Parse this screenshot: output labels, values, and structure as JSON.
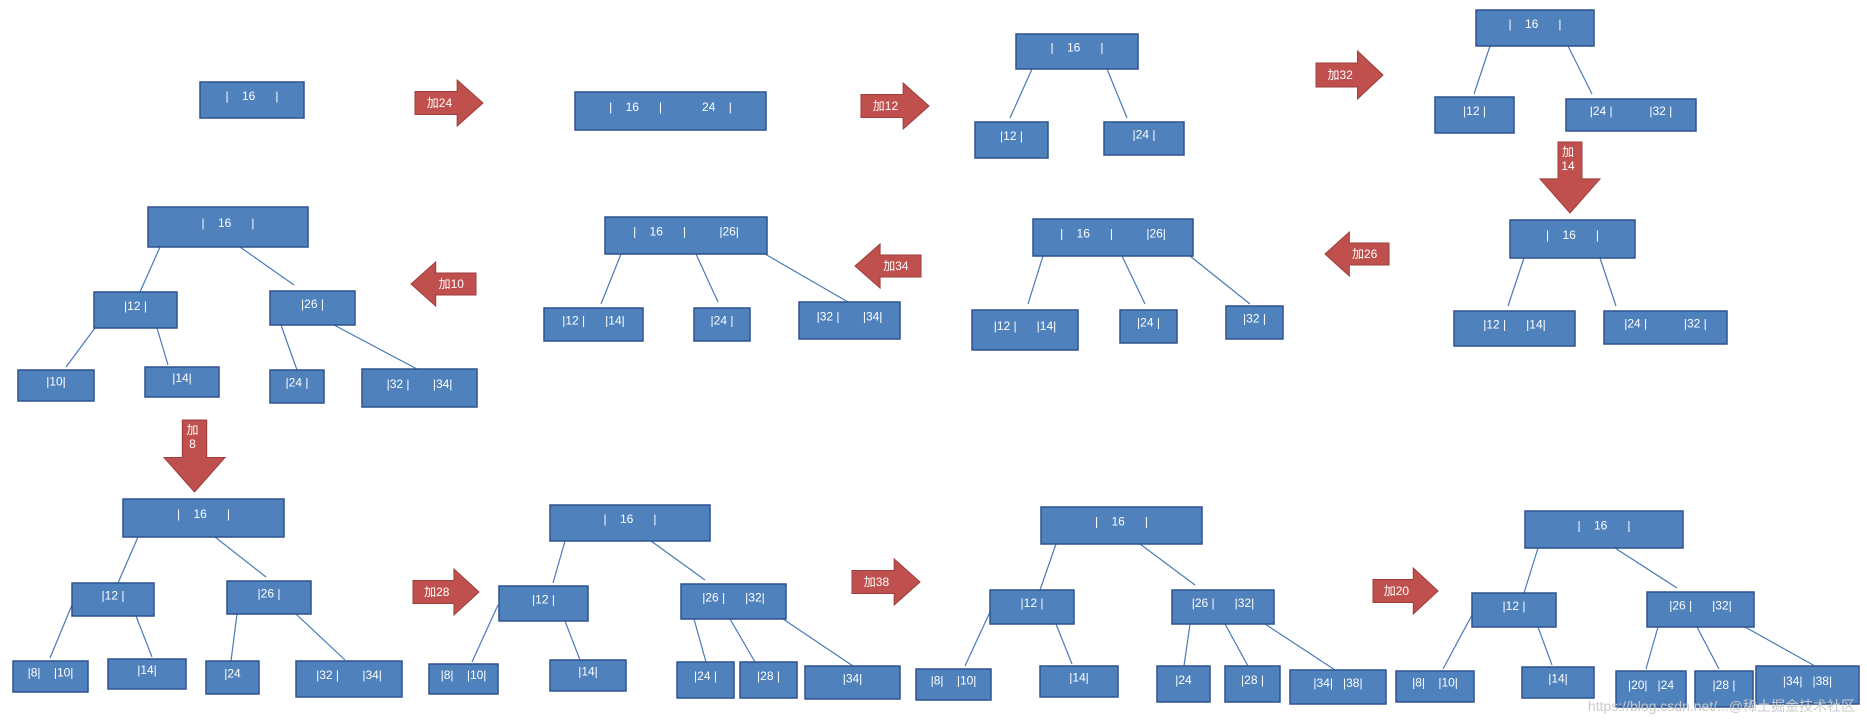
{
  "colors": {
    "node_fill": "#4f81bd",
    "node_border": "#2f528f",
    "arrow_fill": "#c0504d",
    "arrow_border": "#9c3d3b",
    "edge": "#4a7ab8"
  },
  "steps": [
    {
      "id": "s1",
      "nodes": [
        {
          "id": "s1-root",
          "label": "|    16      |"
        }
      ],
      "edges": []
    },
    {
      "id": "s2",
      "nodes": [
        {
          "id": "s2-root",
          "label": "|    16      |            24    |"
        }
      ],
      "edges": []
    },
    {
      "id": "s3",
      "nodes": [
        {
          "id": "s3-root",
          "label": "|    16      |"
        },
        {
          "id": "s3-a",
          "label": "|12 |"
        },
        {
          "id": "s3-b",
          "label": "|24 |"
        }
      ],
      "edges": [
        [
          "s3-root",
          "s3-a"
        ],
        [
          "s3-root",
          "s3-b"
        ]
      ]
    },
    {
      "id": "s4",
      "nodes": [
        {
          "id": "s4-root",
          "label": "|    16      |"
        },
        {
          "id": "s4-a",
          "label": "|12 |"
        },
        {
          "id": "s4-b",
          "label": "|24 |           |32 |"
        }
      ],
      "edges": [
        [
          "s4-root",
          "s4-a"
        ],
        [
          "s4-root",
          "s4-b"
        ]
      ]
    },
    {
      "id": "s5",
      "nodes": [
        {
          "id": "s5-root",
          "label": "|    16      |"
        },
        {
          "id": "s5-a",
          "label": "|12 |      |14|"
        },
        {
          "id": "s5-b",
          "label": "|24 |           |32 |"
        }
      ],
      "edges": [
        [
          "s5-root",
          "s5-a"
        ],
        [
          "s5-root",
          "s5-b"
        ]
      ]
    },
    {
      "id": "s6",
      "nodes": [
        {
          "id": "s6-root",
          "label": "|    16      |          |26|"
        },
        {
          "id": "s6-a",
          "label": "|12 |      |14|"
        },
        {
          "id": "s6-b",
          "label": "|24 |"
        },
        {
          "id": "s6-c",
          "label": "|32 |"
        }
      ],
      "edges": [
        [
          "s6-root",
          "s6-a"
        ],
        [
          "s6-root",
          "s6-b"
        ],
        [
          "s6-root",
          "s6-c"
        ]
      ]
    },
    {
      "id": "s7",
      "nodes": [
        {
          "id": "s7-root",
          "label": "|    16      |          |26|"
        },
        {
          "id": "s7-a",
          "label": "|12 |      |14|"
        },
        {
          "id": "s7-b",
          "label": "|24 |"
        },
        {
          "id": "s7-c",
          "label": "|32 |       |34|"
        }
      ],
      "edges": [
        [
          "s7-root",
          "s7-a"
        ],
        [
          "s7-root",
          "s7-b"
        ],
        [
          "s7-root",
          "s7-c"
        ]
      ]
    },
    {
      "id": "s8",
      "nodes": [
        {
          "id": "s8-root",
          "label": "|    16      |"
        },
        {
          "id": "s8-l",
          "label": "|12 |"
        },
        {
          "id": "s8-r",
          "label": "|26 |"
        },
        {
          "id": "s8-l1",
          "label": "|10|"
        },
        {
          "id": "s8-l2",
          "label": "|14|"
        },
        {
          "id": "s8-r1",
          "label": "|24 |"
        },
        {
          "id": "s8-r2",
          "label": "|32 |       |34|"
        }
      ],
      "edges": [
        [
          "s8-root",
          "s8-l"
        ],
        [
          "s8-root",
          "s8-r"
        ],
        [
          "s8-l",
          "s8-l1"
        ],
        [
          "s8-l",
          "s8-l2"
        ],
        [
          "s8-r",
          "s8-r1"
        ],
        [
          "s8-r",
          "s8-r2"
        ]
      ]
    },
    {
      "id": "s9",
      "nodes": [
        {
          "id": "s9-root",
          "label": "|    16      |"
        },
        {
          "id": "s9-l",
          "label": "|12 |"
        },
        {
          "id": "s9-r",
          "label": "|26 |"
        },
        {
          "id": "s9-l1",
          "label": "|8|    |10|"
        },
        {
          "id": "s9-l2",
          "label": "|14|"
        },
        {
          "id": "s9-r1",
          "label": "|24"
        },
        {
          "id": "s9-r2",
          "label": "|32 |       |34|"
        }
      ],
      "edges": [
        [
          "s9-root",
          "s9-l"
        ],
        [
          "s9-root",
          "s9-r"
        ],
        [
          "s9-l",
          "s9-l1"
        ],
        [
          "s9-l",
          "s9-l2"
        ],
        [
          "s9-r",
          "s9-r1"
        ],
        [
          "s9-r",
          "s9-r2"
        ]
      ]
    },
    {
      "id": "s10",
      "nodes": [
        {
          "id": "s10-root",
          "label": "|    16      |"
        },
        {
          "id": "s10-l",
          "label": "|12 |"
        },
        {
          "id": "s10-r",
          "label": "|26 |      |32|"
        },
        {
          "id": "s10-l1",
          "label": "|8|    |10|"
        },
        {
          "id": "s10-l2",
          "label": "|14|"
        },
        {
          "id": "s10-r1",
          "label": "|24 |"
        },
        {
          "id": "s10-r2",
          "label": "|28 |"
        },
        {
          "id": "s10-r3",
          "label": "|34|"
        }
      ],
      "edges": [
        [
          "s10-root",
          "s10-l"
        ],
        [
          "s10-root",
          "s10-r"
        ],
        [
          "s10-l",
          "s10-l1"
        ],
        [
          "s10-l",
          "s10-l2"
        ],
        [
          "s10-r",
          "s10-r1"
        ],
        [
          "s10-r",
          "s10-r2"
        ],
        [
          "s10-r",
          "s10-r3"
        ]
      ]
    },
    {
      "id": "s11",
      "nodes": [
        {
          "id": "s11-root",
          "label": "|    16      |"
        },
        {
          "id": "s11-l",
          "label": "|12 |"
        },
        {
          "id": "s11-r",
          "label": "|26 |      |32|"
        },
        {
          "id": "s11-l1",
          "label": "|8|    |10|"
        },
        {
          "id": "s11-l2",
          "label": "|14|"
        },
        {
          "id": "s11-r1",
          "label": "|24"
        },
        {
          "id": "s11-r2",
          "label": "|28 |"
        },
        {
          "id": "s11-r3",
          "label": "|34|   |38|"
        }
      ],
      "edges": [
        [
          "s11-root",
          "s11-l"
        ],
        [
          "s11-root",
          "s11-r"
        ],
        [
          "s11-l",
          "s11-l1"
        ],
        [
          "s11-l",
          "s11-l2"
        ],
        [
          "s11-r",
          "s11-r1"
        ],
        [
          "s11-r",
          "s11-r2"
        ],
        [
          "s11-r",
          "s11-r3"
        ]
      ]
    },
    {
      "id": "s12",
      "nodes": [
        {
          "id": "s12-root",
          "label": "|    16      |"
        },
        {
          "id": "s12-l",
          "label": "|12 |"
        },
        {
          "id": "s12-r",
          "label": "|26 |      |32|"
        },
        {
          "id": "s12-l1",
          "label": "|8|    |10|"
        },
        {
          "id": "s12-l2",
          "label": "|14|"
        },
        {
          "id": "s12-r1",
          "label": "|20|   |24"
        },
        {
          "id": "s12-r2",
          "label": "|28 |"
        },
        {
          "id": "s12-r3",
          "label": "|34|   |38|"
        }
      ],
      "edges": [
        [
          "s12-root",
          "s12-l"
        ],
        [
          "s12-root",
          "s12-r"
        ],
        [
          "s12-l",
          "s12-l1"
        ],
        [
          "s12-l",
          "s12-l2"
        ],
        [
          "s12-r",
          "s12-r1"
        ],
        [
          "s12-r",
          "s12-r2"
        ],
        [
          "s12-r",
          "s12-r3"
        ]
      ]
    }
  ],
  "arrows": [
    {
      "id": "add-24",
      "label": "加24"
    },
    {
      "id": "add-12",
      "label": "加12"
    },
    {
      "id": "add-32",
      "label": "加32"
    },
    {
      "id": "add-14",
      "label": "加\n14"
    },
    {
      "id": "add-26",
      "label": "加26"
    },
    {
      "id": "add-34",
      "label": "加34"
    },
    {
      "id": "add-10",
      "label": "加10"
    },
    {
      "id": "add-8",
      "label": "加\n8"
    },
    {
      "id": "add-28",
      "label": "加28"
    },
    {
      "id": "add-38",
      "label": "加38"
    },
    {
      "id": "add-20",
      "label": "加20"
    }
  ],
  "watermark": "https://blog.csdn.net/...@稀土掘金技术社区"
}
